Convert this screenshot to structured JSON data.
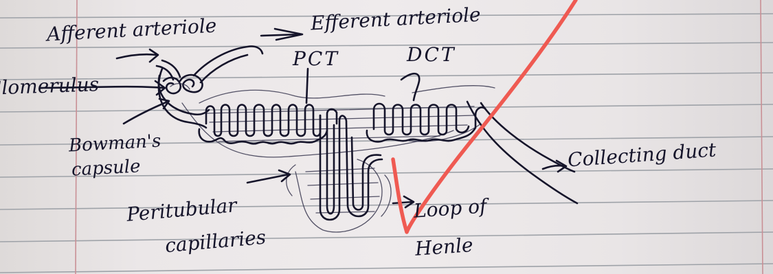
{
  "labels": {
    "afferent": "Afferent arteriole",
    "efferent": "Efferent arteriole",
    "pct": "PCT",
    "dct": "DCT",
    "glomerulus": "Glomerulus",
    "bowmans_line1": "Bowman's",
    "bowmans_line2": "capsule",
    "collecting": "Collecting duct",
    "peritubular_line1": "Peritubular",
    "peritubular_line2": "capillaries",
    "loop_line1": "Loop of",
    "loop_line2": "Henle"
  },
  "colors": {
    "ink": "#15142a",
    "tick_mark": "#ef5a52",
    "paper": "#ebe7e8",
    "rule_lines": "#9ea2a8",
    "margin_lines": "#c98f95"
  },
  "marks": {
    "teacher_tick": "red checkmark"
  }
}
